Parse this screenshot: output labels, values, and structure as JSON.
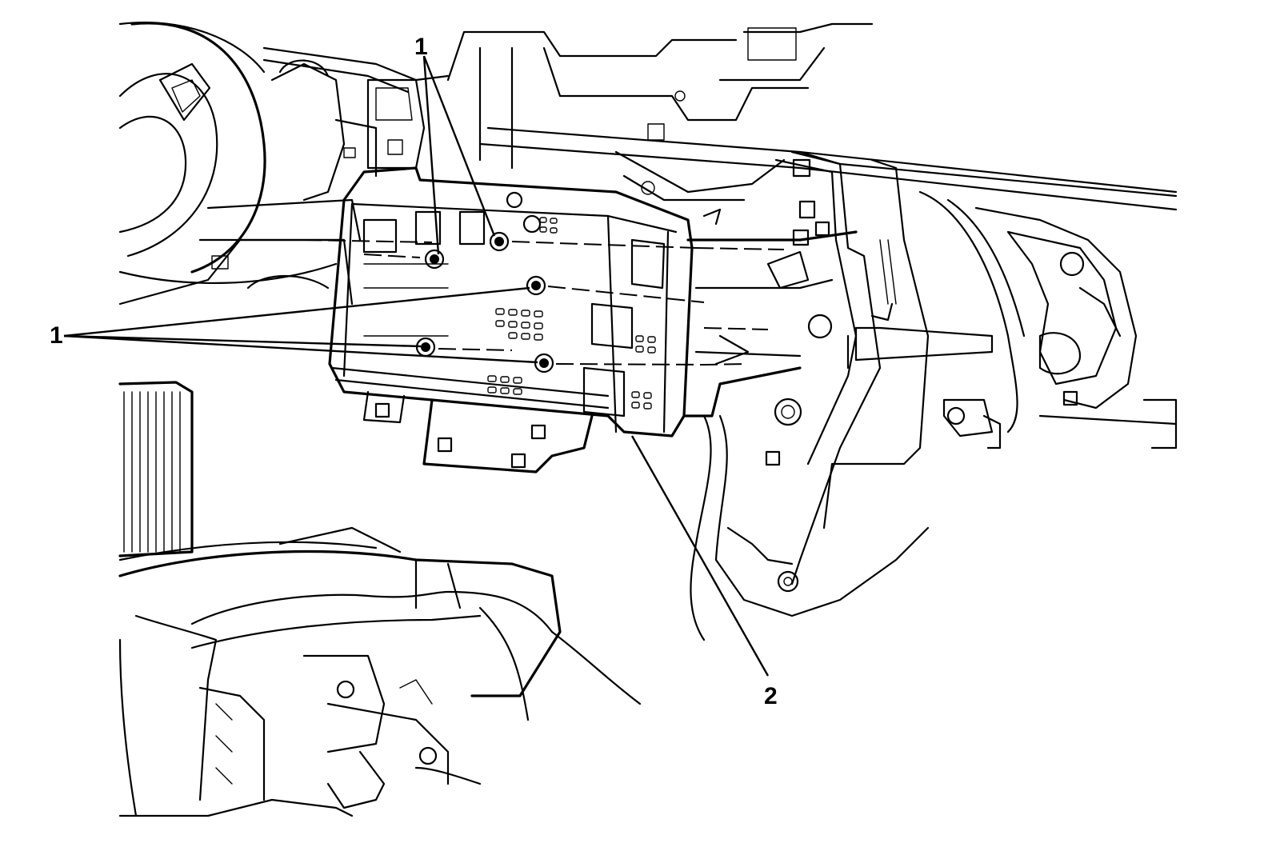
{
  "callouts": {
    "fastener_top": "1",
    "fastener_left": "1",
    "module": "2"
  }
}
